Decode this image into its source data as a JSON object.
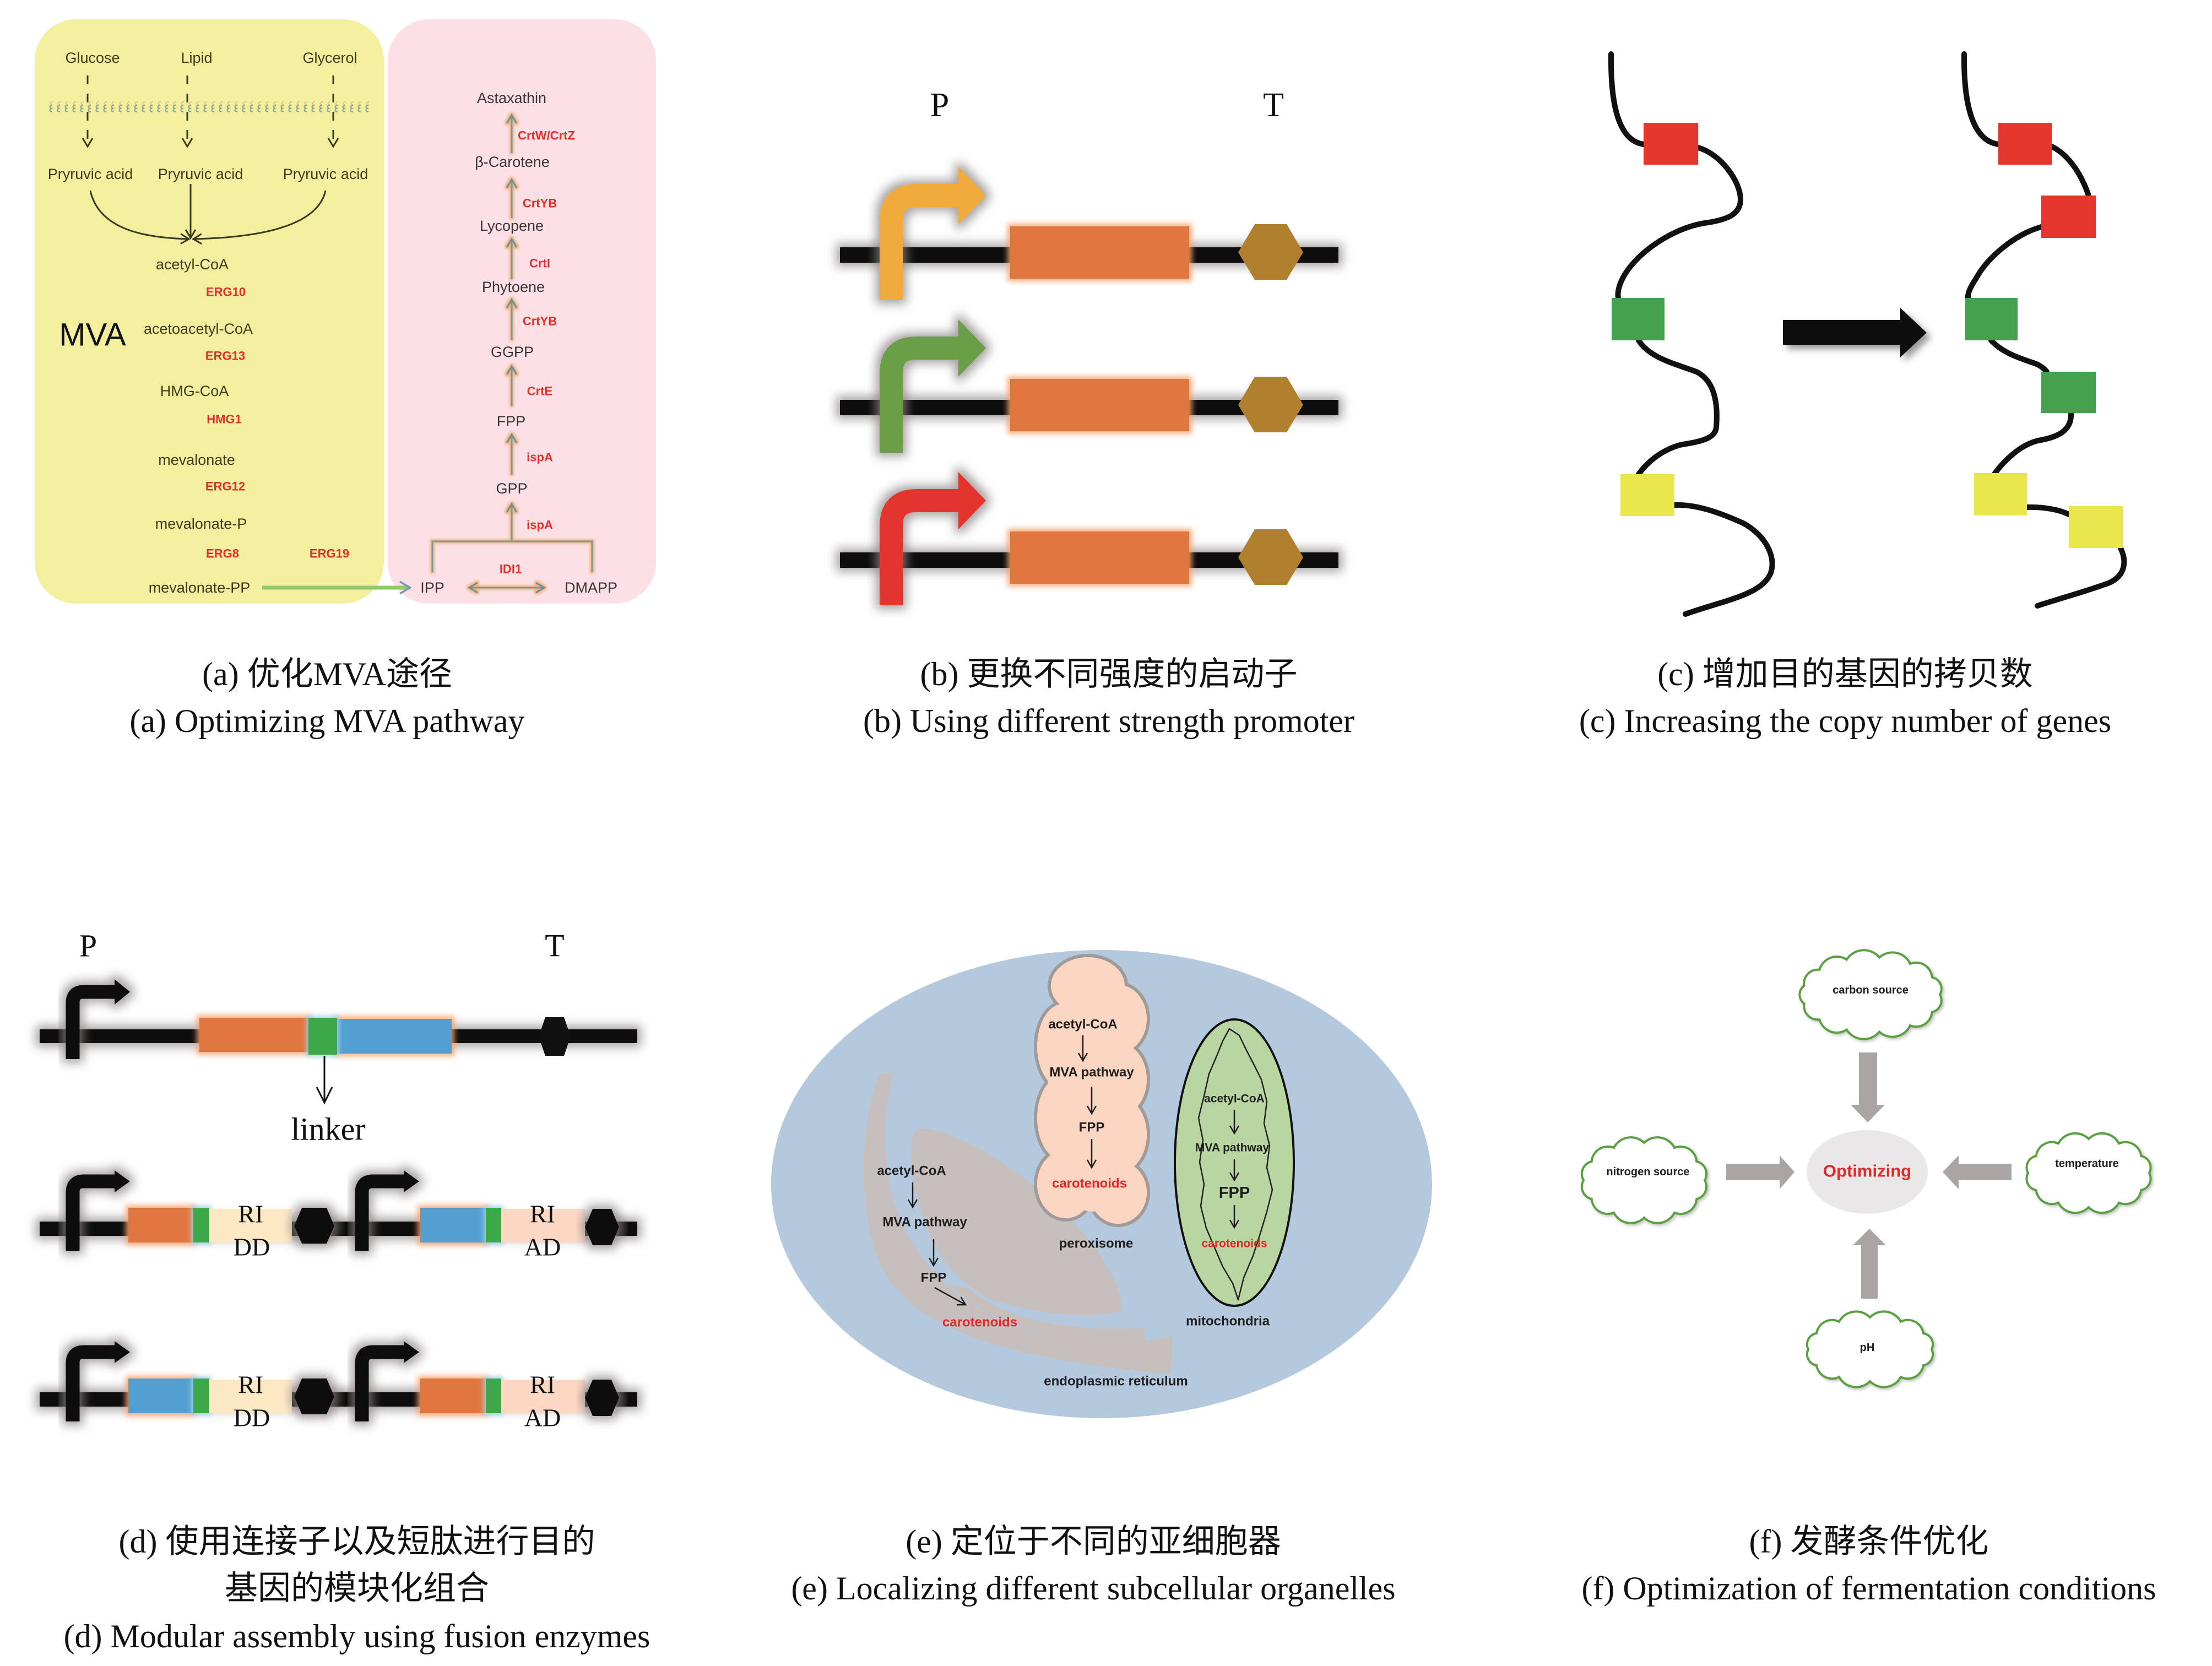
{
  "panels": {
    "a": {
      "caption_zh": "(a) 优化MVA途径",
      "caption_en": "(a) Optimizing MVA pathway",
      "region_label": "MVA",
      "substrates": [
        "Glucose",
        "Lipid",
        "Glycerol"
      ],
      "intermediates": [
        "Pryruvic acid",
        "Pryruvic acid",
        "Pryruvic acid"
      ],
      "mva_metabolites": [
        "acetyl-CoA",
        "acetoacetyl-CoA",
        "HMG-CoA",
        "mevalonate",
        "mevalonate-P",
        "mevalonate-PP"
      ],
      "mva_enzymes": [
        "ERG10",
        "ERG13",
        "HMG1",
        "ERG12",
        "ERG8",
        "ERG19"
      ],
      "carotenoid_metabolites": [
        "IPP",
        "DMAPP",
        "GPP",
        "FPP",
        "GGPP",
        "Phytoene",
        "Lycopene",
        "β-Carotene",
        "Astaxathin"
      ],
      "carotenoid_enzymes": [
        "IDI1",
        "ispA",
        "ispA",
        "CrtE",
        "CrtYB",
        "CrtI",
        "CrtYB",
        "CrtW/CrtZ"
      ]
    },
    "b": {
      "caption_zh": "(b) 更换不同强度的启动子",
      "caption_en": "(b) Using different strength promoter",
      "promoter_label": "P",
      "terminator_label": "T",
      "promoters": [
        {
          "color": "#f0ab3a"
        },
        {
          "color": "#6b9e47"
        },
        {
          "color": "#e3352f"
        }
      ]
    },
    "c": {
      "caption_zh": "(c) 增加目的基因的拷贝数",
      "caption_en": "(c) Increasing the copy number of genes",
      "genes": [
        {
          "color": "#e3362d",
          "copies_before": 1,
          "copies_after": 2
        },
        {
          "color": "#45a04e",
          "copies_before": 1,
          "copies_after": 2
        },
        {
          "color": "#e8e64a",
          "copies_before": 1,
          "copies_after": 2
        }
      ]
    },
    "d": {
      "caption_zh_line1": "(d) 使用连接子以及短肽进行目的",
      "caption_zh_line2": "基因的模块化组合",
      "caption_en": "(d) Modular assembly using fusion enzymes",
      "promoter_label": "P",
      "terminator_label": "T",
      "linker_label": "linker",
      "riad_dd": [
        "RI",
        "DD"
      ],
      "riad_ad": [
        "RI",
        "AD"
      ]
    },
    "e": {
      "caption_zh": "(e) 定位于不同的亚细胞器",
      "caption_en": "(e) Localizing different subcellular organelles",
      "organelles": [
        {
          "name": "peroxisome",
          "pathway": [
            "acetyl-CoA",
            "MVA pathway",
            "FPP",
            "carotenoids"
          ]
        },
        {
          "name": "mitochondria",
          "pathway": [
            "acetyl-CoA",
            "MVA pathway",
            "FPP",
            "carotenoids"
          ]
        },
        {
          "name": "endoplasmic reticulum",
          "pathway": [
            "acetyl-CoA",
            "MVA pathway",
            "FPP",
            "carotenoids"
          ]
        }
      ]
    },
    "f": {
      "caption_zh": "(f) 发酵条件优化",
      "caption_en": "(f) Optimization of fermentation conditions",
      "center_label": "Optimizing",
      "factors": [
        "carbon source",
        "nitrogen source",
        "temperature",
        "pH"
      ]
    }
  },
  "colors": {
    "mva_panel_bg": "#f3ef9e",
    "carotenoid_panel_bg": "#fde0e5",
    "gene_orange": "#e07741",
    "gene_blue": "#529fd0",
    "linker_green": "#3ea84a",
    "terminator_brown": "#b0802f",
    "riad_dd_bg": "#fde8c4",
    "riad_ad_bg": "#fcd8c4",
    "cell": "#b4c9dd",
    "peroxisome": "#fad6c2",
    "mitochondria": "#b9d5a2",
    "er": "#c9beb9",
    "optimizing_bg": "#e9e7e7",
    "factor_arrow": "#a9a5a5"
  }
}
